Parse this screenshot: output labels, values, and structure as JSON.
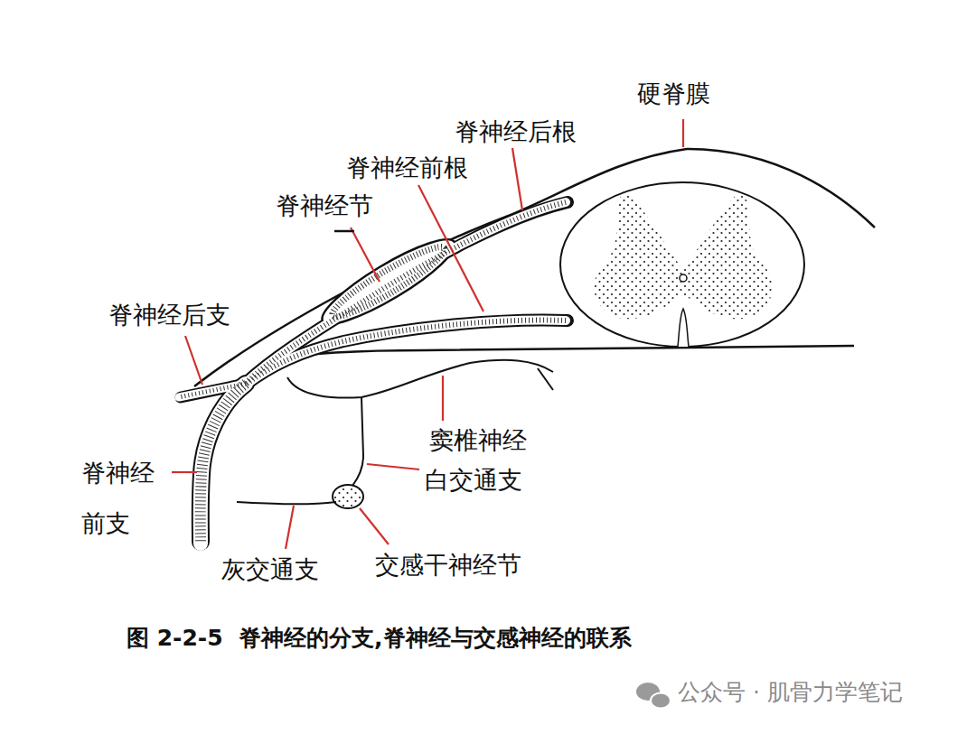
{
  "diagram": {
    "caption": "图 2-2-5  脊神经的分支,脊神经与交感神经的联系",
    "labels": [
      "硬脊膜",
      "脊神经后根",
      "脊神经前根",
      "脊神经节",
      "脊神经后支",
      "窦椎神经",
      "白交通支",
      "脊神经 前支",
      "灰交通支",
      "交感干神经节",
      "公众号 · 肌骨力学笔记"
    ]
  }
}
